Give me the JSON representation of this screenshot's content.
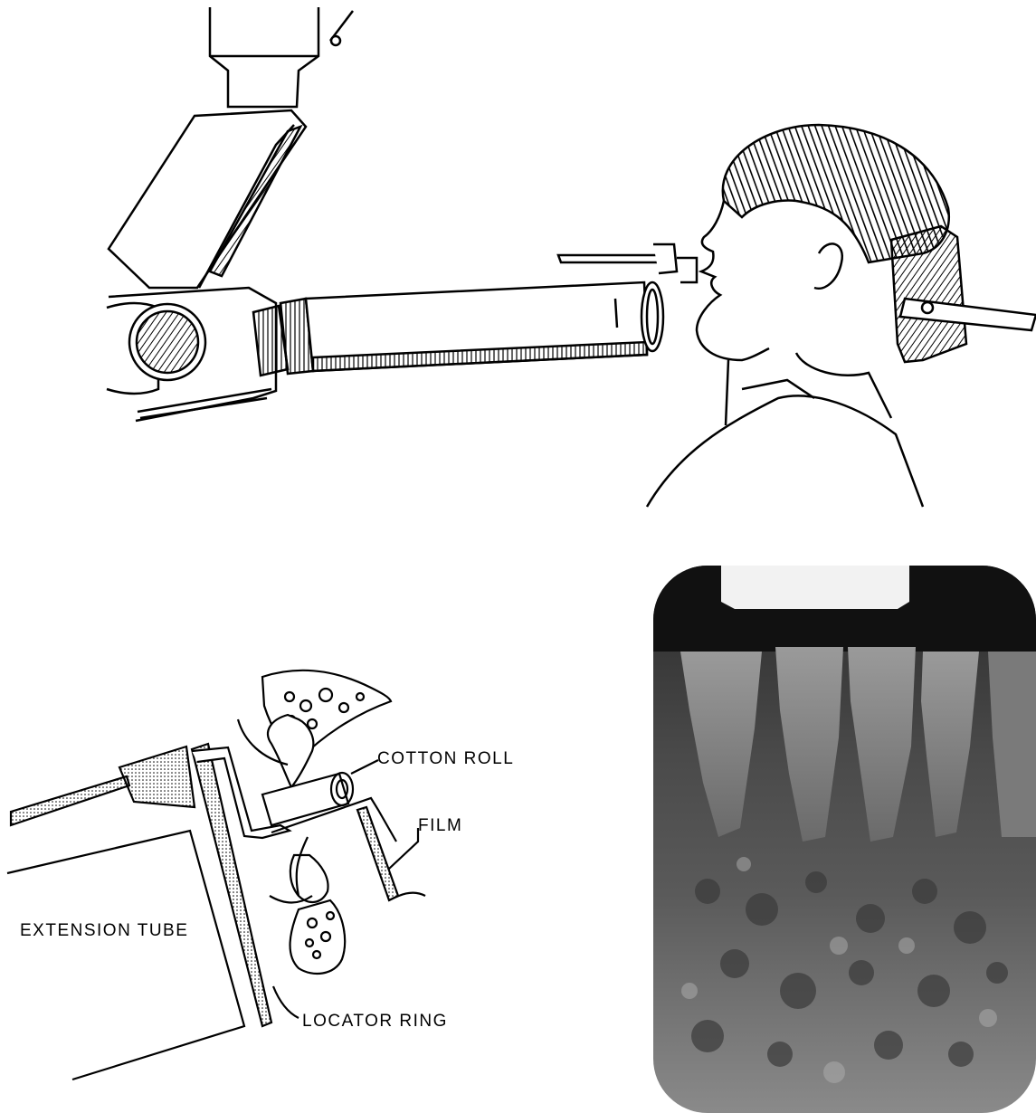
{
  "labels": {
    "cotton_roll": "COTTON ROLL",
    "film": "FILM",
    "extension_tube": "EXTENSION TUBE",
    "locator_ring": "LOCATOR RING"
  },
  "colors": {
    "ink": "#000000",
    "paper": "#ffffff",
    "film_dark": "#111111",
    "film_mid": "#6a6a6a",
    "film_light": "#c8c8c8"
  }
}
